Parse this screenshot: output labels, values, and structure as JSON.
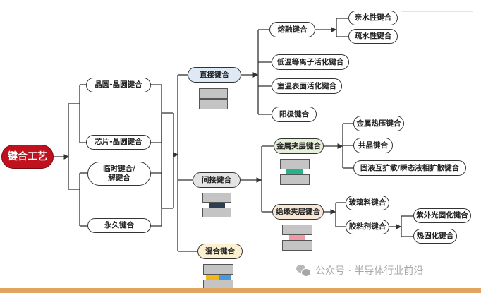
{
  "diagram": {
    "root": {
      "label": "键合工艺"
    },
    "by_object": [
      {
        "label": "晶圆-晶圆键合"
      },
      {
        "label": "芯片-晶圆键合"
      }
    ],
    "by_duration": [
      {
        "label": "临时键合/解键合"
      },
      {
        "label": "永久键合"
      }
    ],
    "direct": {
      "label": "直接键合",
      "children": [
        {
          "label": "熔融键合",
          "children": [
            {
              "label": "亲水性键合"
            },
            {
              "label": "疏水性键合"
            }
          ]
        },
        {
          "label": "低温等离子活化键合"
        },
        {
          "label": "室温表面活化键合"
        },
        {
          "label": "阳极键合"
        }
      ]
    },
    "indirect": {
      "label": "间接键合",
      "interlayer_color": "#2c3e50",
      "metal": {
        "label": "金属夹层键合",
        "interlayer_color": "#27b38a",
        "children": [
          {
            "label": "金属热压键合"
          },
          {
            "label": "共晶键合"
          },
          {
            "label": "固液互扩散/瞬态液相扩散键合"
          }
        ]
      },
      "insulating": {
        "label": "绝缘夹层键合",
        "interlayer_color": "#ef9aa5",
        "children": [
          {
            "label": "玻璃料键合"
          },
          {
            "label": "胶粘剂键合",
            "children": [
              {
                "label": "紫外光固化键合"
              },
              {
                "label": "热固化键合"
              }
            ]
          }
        ]
      }
    },
    "hybrid": {
      "label": "混合键合",
      "interlayer_colors": [
        "#f2b619",
        "#4a9ad8"
      ]
    }
  },
  "watermark": {
    "text": "公众号 · 半导体行业前沿"
  },
  "colors": {
    "root": "#c0111f",
    "accent_bar": "#e0a55e"
  }
}
